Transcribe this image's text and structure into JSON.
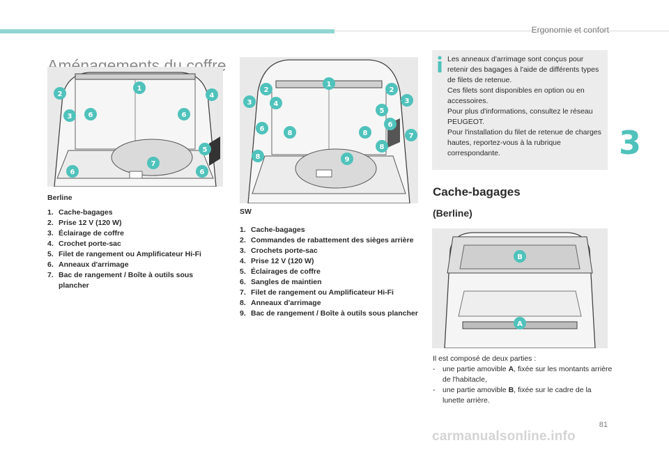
{
  "header": {
    "section_label": "Ergonomie et confort",
    "chapter_number": "3"
  },
  "page_title": "Aménagements du coffre",
  "berline": {
    "label": "Berline",
    "callouts": [
      "1",
      "2",
      "3",
      "4",
      "5",
      "6",
      "6",
      "6",
      "6",
      "7"
    ],
    "items": [
      {
        "num": "1.",
        "text": "Cache-bagages"
      },
      {
        "num": "2.",
        "text": "Prise 12 V (120 W)"
      },
      {
        "num": "3.",
        "text": "Éclairage de coffre"
      },
      {
        "num": "4.",
        "text": "Crochet porte-sac"
      },
      {
        "num": "5.",
        "text": "Filet de rangement ou Amplificateur Hi-Fi"
      },
      {
        "num": "6.",
        "text": "Anneaux d'arrimage"
      },
      {
        "num": "7.",
        "text": "Bac de rangement / Boîte à outils sous plancher"
      }
    ]
  },
  "sw": {
    "label": "SW",
    "callouts": [
      "1",
      "2",
      "2",
      "3",
      "3",
      "4",
      "5",
      "6",
      "6",
      "7",
      "8",
      "8",
      "8",
      "8",
      "9"
    ],
    "items": [
      {
        "num": "1.",
        "text": "Cache-bagages"
      },
      {
        "num": "2.",
        "text": "Commandes de rabattement des sièges arrière"
      },
      {
        "num": "3.",
        "text": "Crochets porte-sac"
      },
      {
        "num": "4.",
        "text": "Prise 12 V (120 W)"
      },
      {
        "num": "5.",
        "text": "Éclairages de coffre"
      },
      {
        "num": "6.",
        "text": "Sangles de maintien"
      },
      {
        "num": "7.",
        "text": "Filet de rangement ou Amplificateur Hi-Fi"
      },
      {
        "num": "8.",
        "text": "Anneaux d'arrimage"
      },
      {
        "num": "9.",
        "text": "Bac de rangement / Boîte à outils sous plancher"
      }
    ]
  },
  "info_box": {
    "icon": "info-icon",
    "paragraphs": [
      "Les anneaux d'arrimage sont conçus pour retenir des bagages à l'aide de différents types de filets de retenue.",
      "Ces filets sont disponibles en option ou en accessoires.",
      "Pour plus d'informations, consultez le réseau PEUGEOT.",
      "Pour l'installation du filet de retenue de charges hautes, reportez-vous à la rubrique correspondante."
    ]
  },
  "cache_bagages": {
    "title": "Cache-bagages",
    "subtitle": "(Berline)",
    "callouts": [
      "A",
      "B"
    ],
    "intro": "Il est composé de deux parties :",
    "parts": [
      {
        "dash": "-",
        "pre": "une partie amovible ",
        "bold": "A",
        "post": ", fixée sur les montants arrière de l'habitacle,"
      },
      {
        "dash": "-",
        "pre": "une partie amovible ",
        "bold": "B",
        "post": ", fixée sur le cadre de la lunette arrière."
      }
    ]
  },
  "footer": {
    "page_number": "81",
    "watermark": "carmanualsonline.info"
  },
  "colors": {
    "accent": "#4fc2bb",
    "topbar": "#8fd6d0",
    "diagram_bg": "#e9e9e9",
    "info_bg": "#ececec"
  }
}
